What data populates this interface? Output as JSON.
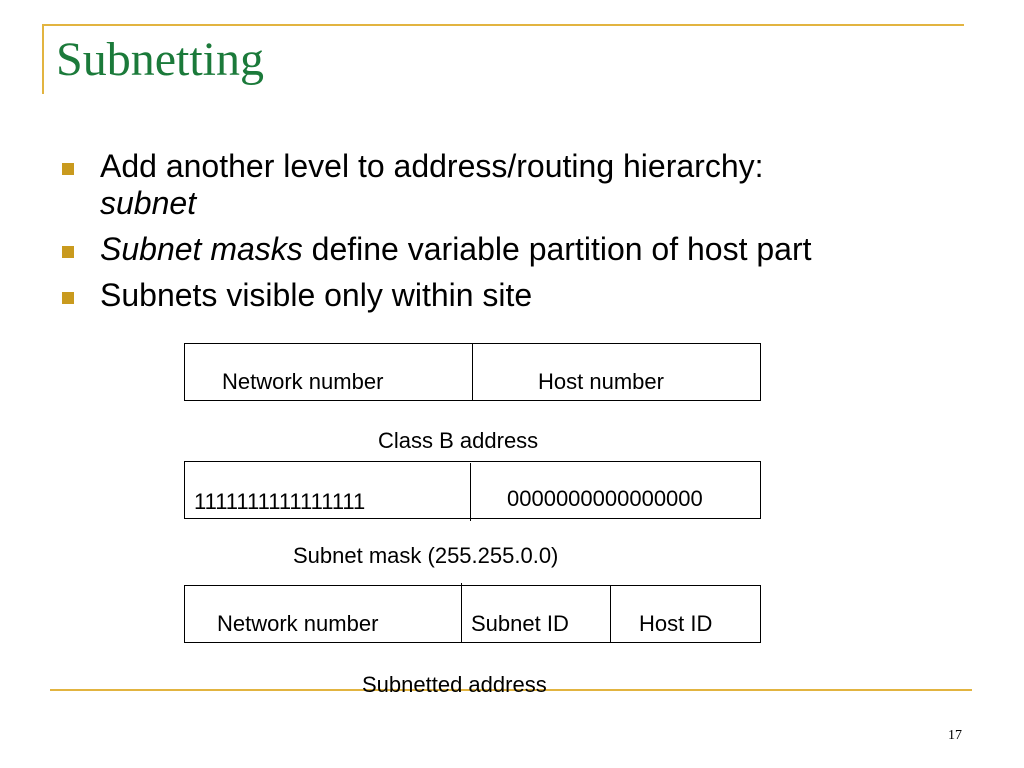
{
  "slide": {
    "title": "Subnetting",
    "page_number": "17"
  },
  "bullets": [
    {
      "text": "Add another level to address/routing hierarchy: ",
      "emph": "subnet"
    },
    {
      "emph": "Subnet masks",
      "text": " define variable partition of host part"
    },
    {
      "text": "Subnets visible only within site"
    }
  ],
  "diagram": {
    "class_b": {
      "network_label": "Network number",
      "host_label": "Host number",
      "caption": "Class B address"
    },
    "mask": {
      "ones": "1111111111111111",
      "zeros": "0000000000000000",
      "caption": "Subnet mask (255.255.0.0)"
    },
    "subnetted": {
      "network_label": "Network number",
      "subnet_label": "Subnet ID",
      "host_label": "Host ID",
      "caption": "Subnetted address"
    }
  }
}
